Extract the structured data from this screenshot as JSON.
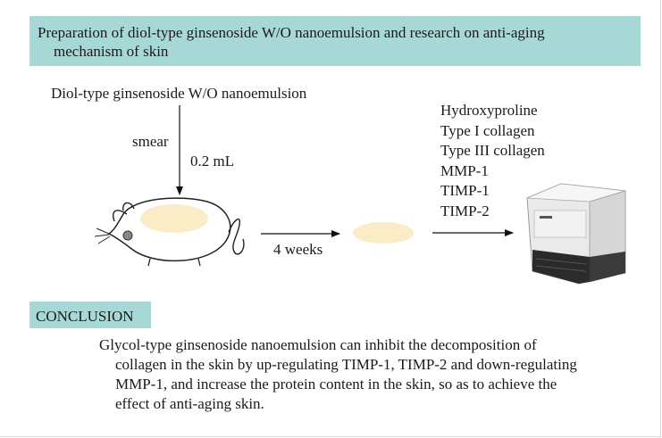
{
  "title": {
    "line1": "Preparation of diol-type ginsenoside W/O nanoemulsion and research on anti-aging",
    "line2": "mechanism of skin"
  },
  "flow": {
    "source_label": "Diol-type ginsenoside W/O nanoemulsion",
    "method_label": "smear",
    "dose_label": "0.2 mL",
    "duration_label": "4 weeks",
    "indicators": [
      "Hydroxyproline",
      "Type I collagen",
      "Type III collagen",
      "MMP-1",
      "TIMP-1",
      "TIMP-2"
    ]
  },
  "conclusion": {
    "heading": "CONCLUSION",
    "lines": [
      "Glycol-type ginsenoside nanoemulsion can inhibit the decomposition of",
      "collagen in the skin by up-regulating TIMP-1, TIMP-2 and down-regulating",
      "MMP-1, and increase the protein content in the skin, so as to achieve the",
      "effect of anti-aging skin."
    ]
  },
  "colors": {
    "header_fill": "#a8d8d6",
    "skin_patch": "#fbecc8"
  },
  "icons": [
    "mouse-icon",
    "skin-sample-icon",
    "analyzer-instrument-icon"
  ]
}
